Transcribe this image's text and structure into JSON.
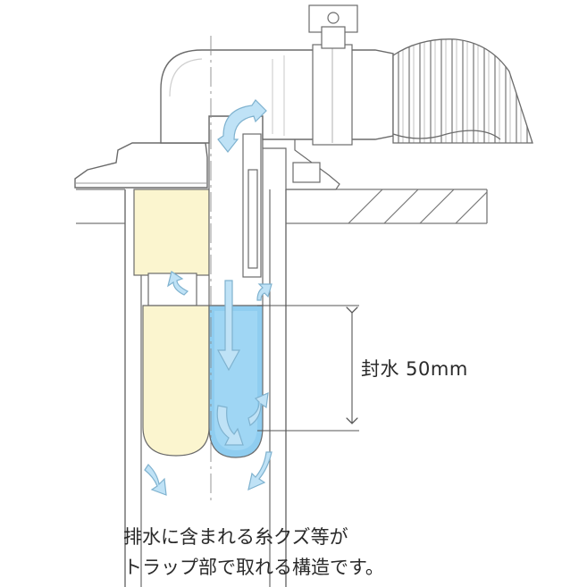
{
  "diagram": {
    "dimension_label": "封水 50mm",
    "caption": [
      "排水に含まれる糸クズ等が",
      "トラップ部で取れる構造です。"
    ]
  },
  "colors": {
    "line": "#6b6b6b",
    "pipe_fill": "#ffffff",
    "basket_yellow": "#fbf5cf",
    "water_blue": "#8fcdf0",
    "arrow_blue": "#bfe2f6",
    "arrow_stroke": "#7fb2cf"
  }
}
